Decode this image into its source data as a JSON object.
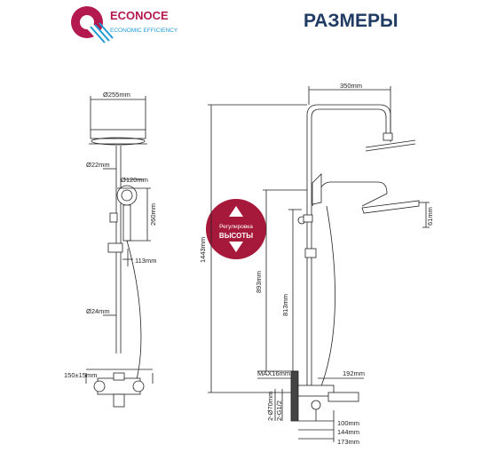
{
  "brand": {
    "name": "ECONOCE",
    "tagline": "ECONOMIC EFFICIENCY",
    "logo_color": "#b3194f",
    "wave_color": "#1e9ad6"
  },
  "header": {
    "title": "РАЗМЕРЫ",
    "title_color": "#1f3b63"
  },
  "badge": {
    "line1": "Регулировка",
    "line2": "ВЫСОТЫ",
    "color": "#a7193b"
  },
  "left_view": {
    "dims": {
      "head_dia": "Ø255mm",
      "pipe_dia_top": "Ø22mm",
      "hand_dia": "Ø120mm",
      "hand_len": "260mm",
      "holder": "113mm",
      "rod_dia": "Ø24mm",
      "spacing": "150±15mm"
    }
  },
  "right_view": {
    "dims": {
      "arm": "350mm",
      "total": "1443mm",
      "head_h": "61mm",
      "adj_a": "893mm",
      "adj_b": "813mm",
      "max": "MAX16mm",
      "depth": "192mm",
      "valve_dia": "2-Ø70mm",
      "thread": "2-G1/2",
      "d100": "100mm",
      "d144": "144mm",
      "d173": "173mm"
    }
  }
}
